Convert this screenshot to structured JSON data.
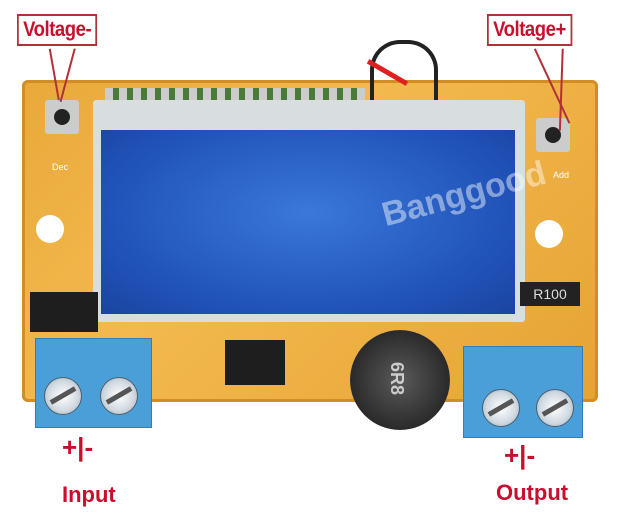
{
  "labels": {
    "voltage_minus": "Voltage-",
    "voltage_plus": "Voltage+",
    "input_polarity": "+|-",
    "output_polarity": "+|-",
    "input": "Input",
    "output": "Output"
  },
  "board": {
    "silkscreen_dec": "Dec",
    "silkscreen_add": "Add",
    "resistor_marking": "R100",
    "inductor_marking": "6R8",
    "watermark": "Banggood"
  },
  "colors": {
    "label_red": "#c8102e",
    "pcb": "#f3b94e",
    "lcd_blue": "#2052b8",
    "terminal_blue": "#4b9fd8"
  }
}
